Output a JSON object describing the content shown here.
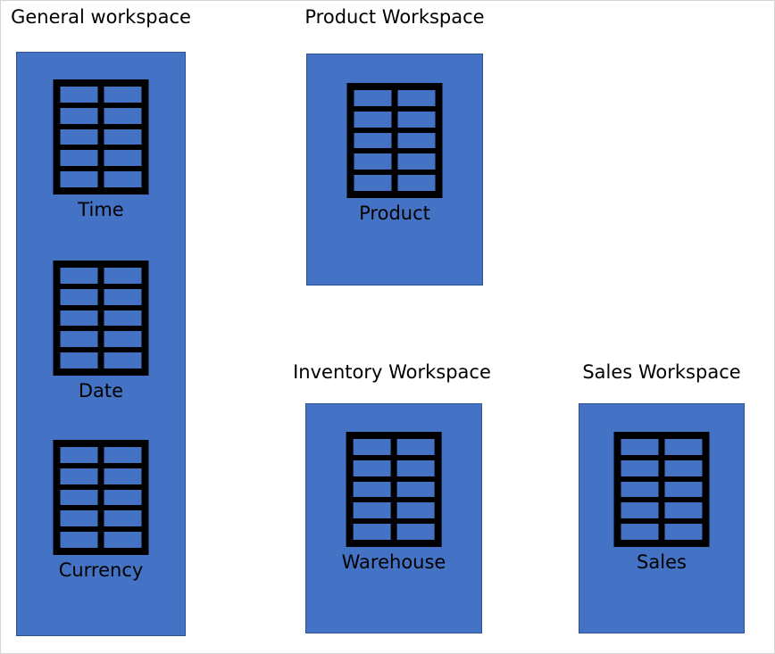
{
  "page": {
    "background_color": "#FFFFFF",
    "border_color": "#D4D4D4",
    "panel_fill_color": "#4472C4",
    "panel_border_color": "#2E528F",
    "icon_color": "#000000",
    "text_color": "#000000"
  },
  "workspaces": [
    {
      "id": "general",
      "title": "General workspace",
      "entities": [
        {
          "label": "Time",
          "icon": "table-icon",
          "columns": 2,
          "rows": 5
        },
        {
          "label": "Date",
          "icon": "table-icon",
          "columns": 2,
          "rows": 5
        },
        {
          "label": "Currency",
          "icon": "table-icon",
          "columns": 2,
          "rows": 5
        }
      ]
    },
    {
      "id": "product",
      "title": "Product Workspace",
      "entities": [
        {
          "label": "Product",
          "icon": "table-icon",
          "columns": 2,
          "rows": 5
        }
      ]
    },
    {
      "id": "inventory",
      "title": "Inventory Workspace",
      "entities": [
        {
          "label": "Warehouse",
          "icon": "table-icon",
          "columns": 2,
          "rows": 5
        }
      ]
    },
    {
      "id": "sales",
      "title": "Sales Workspace",
      "entities": [
        {
          "label": "Sales",
          "icon": "table-icon",
          "columns": 2,
          "rows": 5
        }
      ]
    }
  ]
}
